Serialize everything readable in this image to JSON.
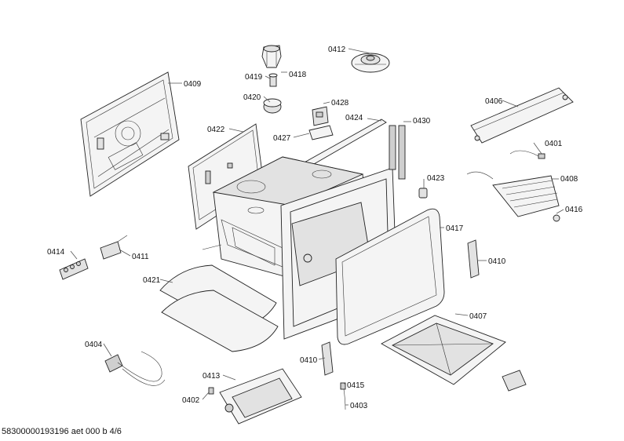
{
  "labels": {
    "p0409": "0409",
    "p0412": "0412",
    "p0418": "0418",
    "p0419": "0419",
    "p0420": "0420",
    "p0428": "0428",
    "p0427": "0427",
    "p0424": "0424",
    "p0430": "0430",
    "p0406": "0406",
    "p0422": "0422",
    "p0401": "0401",
    "p0423": "0423",
    "p0408": "0408",
    "p0416": "0416",
    "p0417": "0417",
    "p0414": "0414",
    "p0411": "0411",
    "p0421": "0421",
    "p0410a": "0410",
    "p0404": "0404",
    "p0407": "0407",
    "p0413": "0413",
    "p0410b": "0410",
    "p0415": "0415",
    "p0402": "0402",
    "p0403": "0403"
  },
  "footer": "58300000193196 aet 000 b 4/6"
}
